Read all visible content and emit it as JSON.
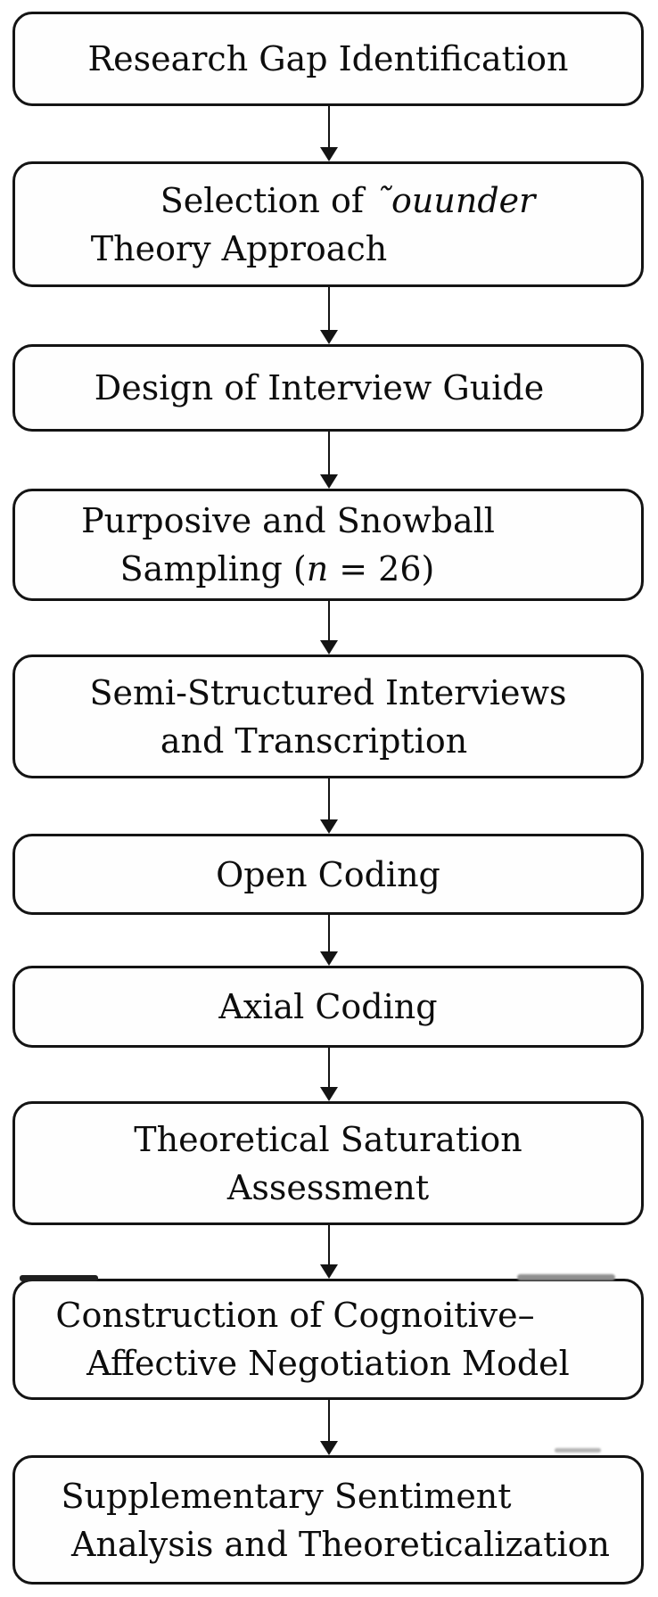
{
  "colors": {
    "box_border": "#141414",
    "box_background": "#fefefe",
    "text": "#0d0d0d",
    "arrow": "#141414",
    "page_background": "#ffffff"
  },
  "flowchart": {
    "direction": "top-down",
    "steps": [
      {
        "lines": [
          [
            {
              "t": "Research Gap Identification"
            }
          ]
        ]
      },
      {
        "lines": [
          [
            {
              "t": "Selection of "
            },
            {
              "t": "˜ouunder",
              "i": true
            }
          ],
          [
            {
              "t": "Theory Approach"
            }
          ]
        ]
      },
      {
        "lines": [
          [
            {
              "t": "Design of Interview Guide"
            }
          ]
        ]
      },
      {
        "lines": [
          [
            {
              "t": "Purposive and Snowball"
            }
          ],
          [
            {
              "t": "Sampling ("
            },
            {
              "t": "n",
              "i": true
            },
            {
              "t": " = 26)"
            }
          ]
        ]
      },
      {
        "lines": [
          [
            {
              "t": "Semi-Structured Interviews"
            }
          ],
          [
            {
              "t": "and Transcription"
            }
          ]
        ]
      },
      {
        "lines": [
          [
            {
              "t": "Open Coding"
            }
          ]
        ]
      },
      {
        "lines": [
          [
            {
              "t": "Axial Coding"
            }
          ]
        ]
      },
      {
        "lines": [
          [
            {
              "t": "Theoretical Saturation"
            }
          ],
          [
            {
              "t": "Assessment"
            }
          ]
        ]
      },
      {
        "lines": [
          [
            {
              "t": "Construction of Cognoitive–"
            }
          ],
          [
            {
              "t": "Affective Negotiation Model"
            }
          ]
        ]
      },
      {
        "lines": [
          [
            {
              "t": "Supplementary Sentiment"
            }
          ],
          [
            {
              "t": "Analysis and Theoreticalization"
            }
          ]
        ]
      }
    ]
  }
}
